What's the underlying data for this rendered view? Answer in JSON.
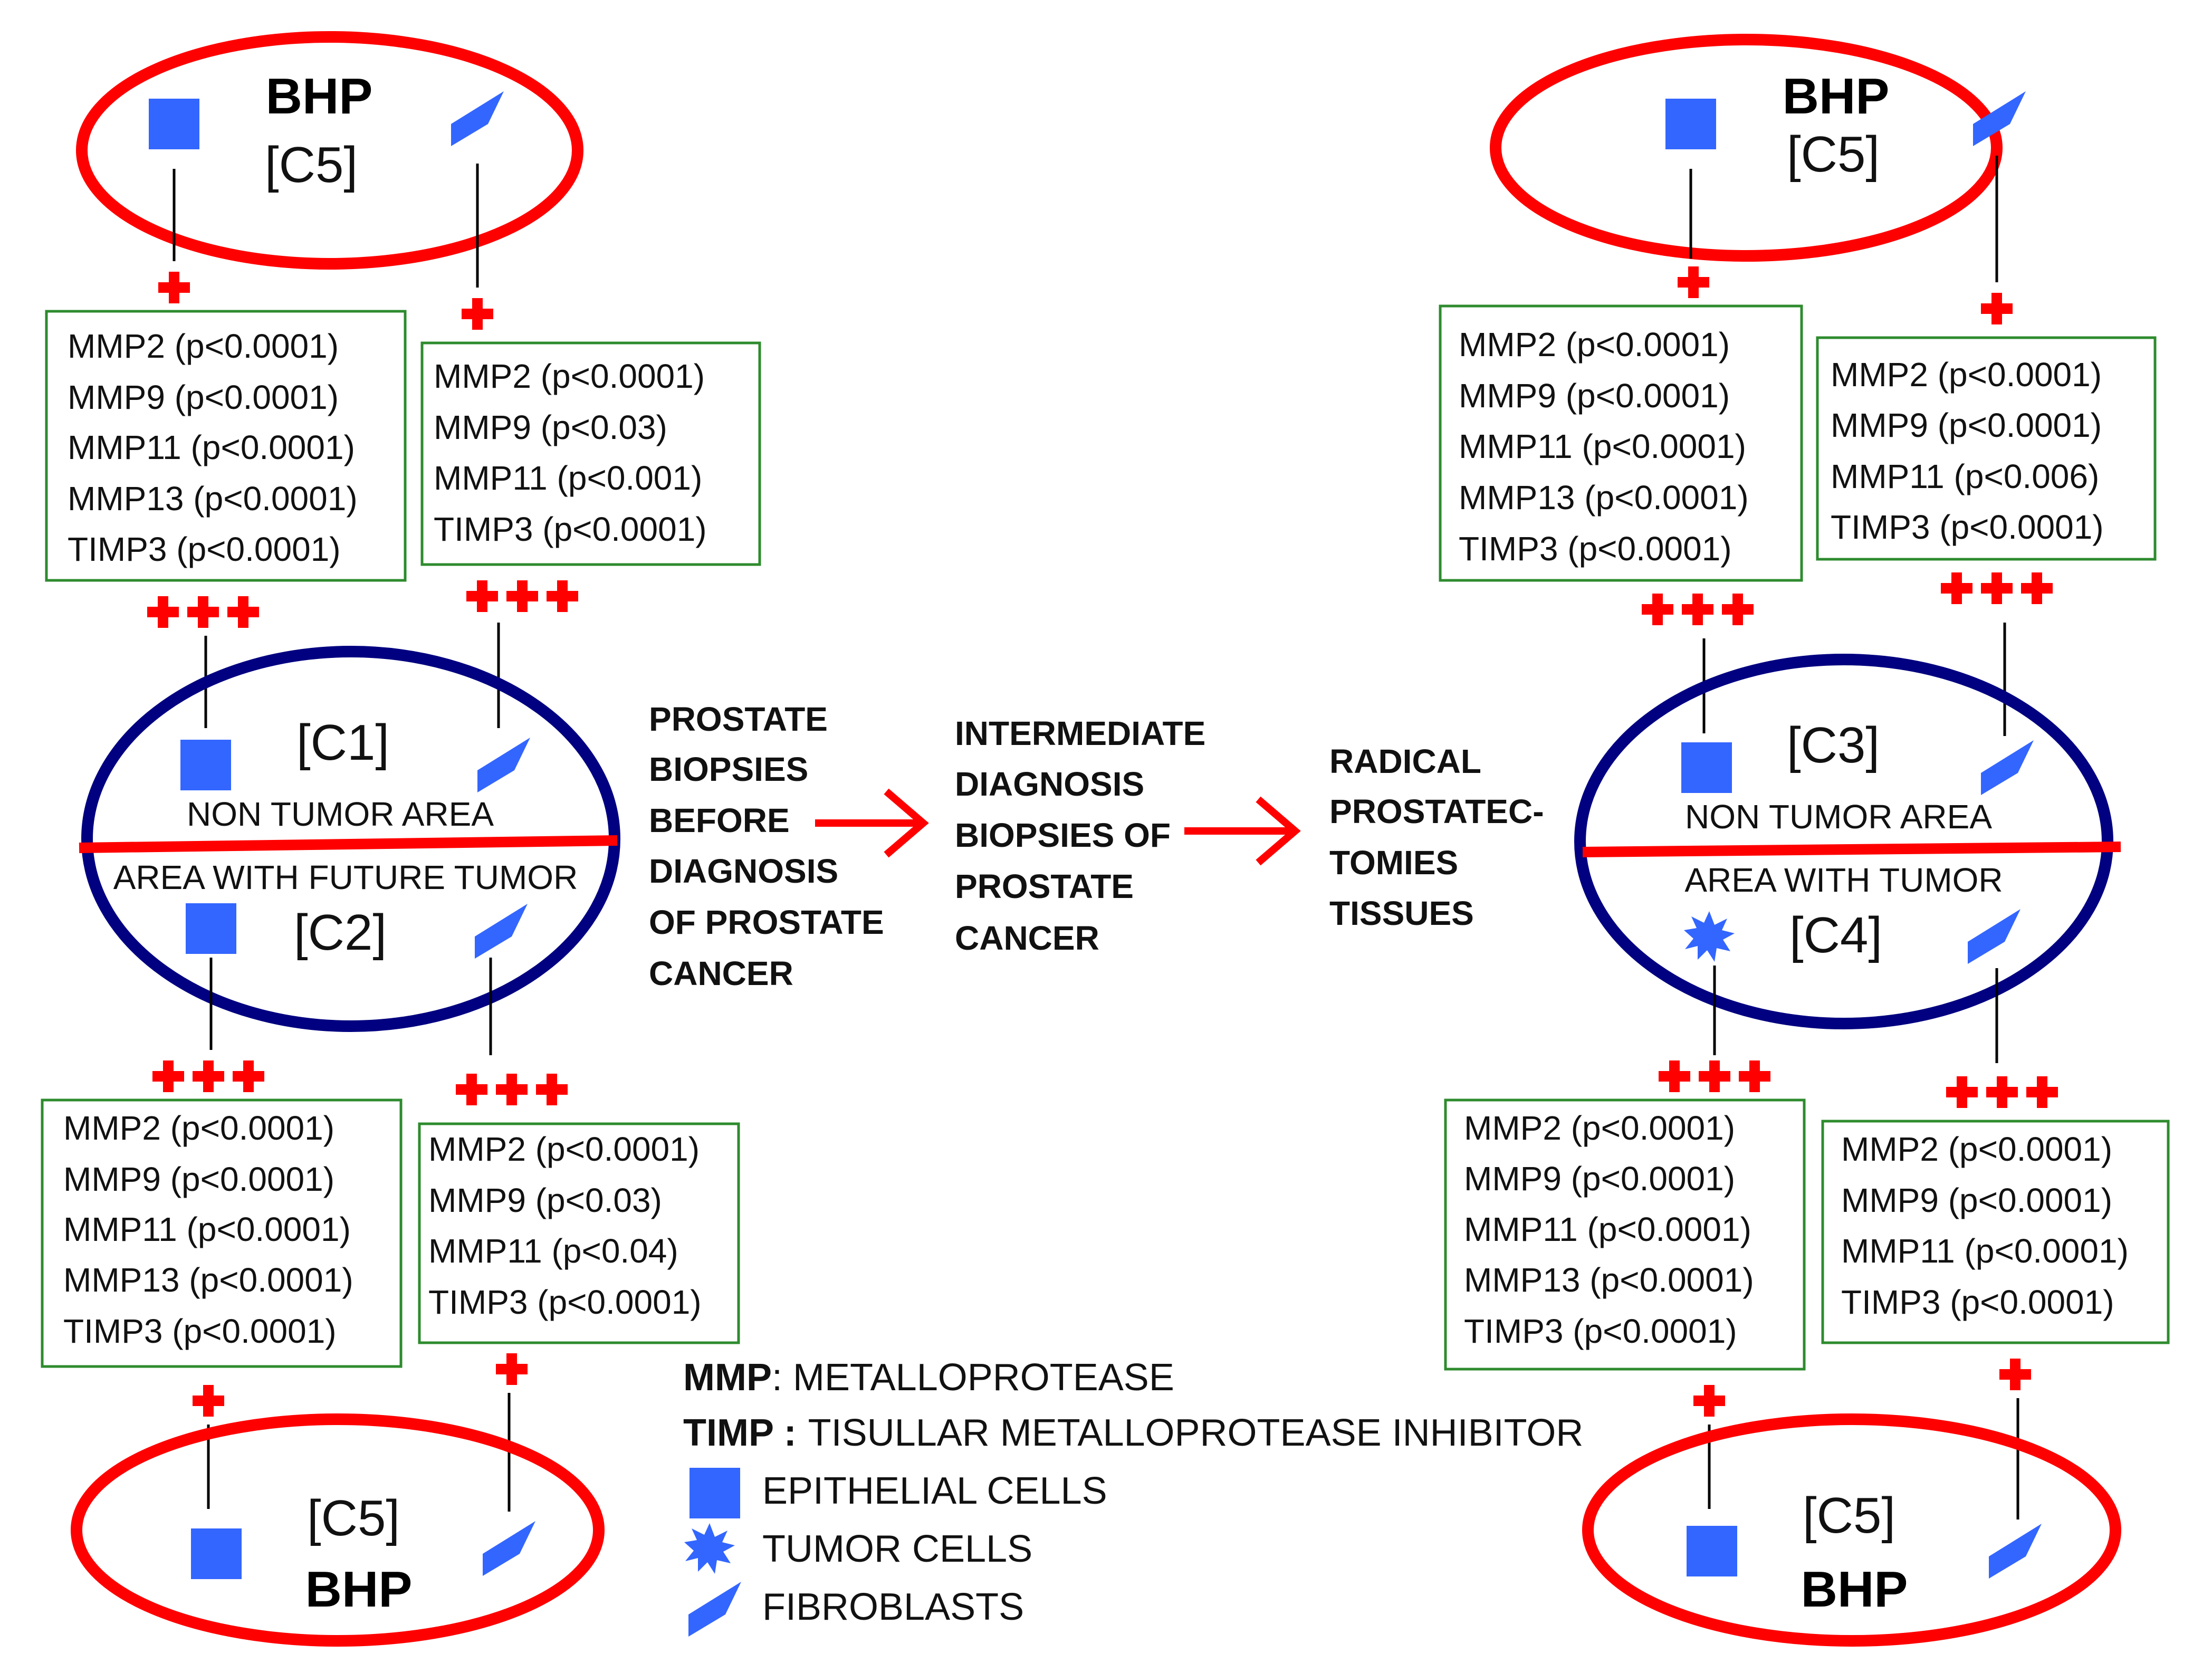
{
  "colors": {
    "bhp_ellipse": "#ff0000",
    "tissue_ellipse": "#000080",
    "cell_blue": "#3366ff",
    "box_border": "#2e8b2e",
    "plus_red": "#ff0000",
    "arrow_red": "#ff0000"
  },
  "icons": {
    "epithelial": "blue-square-icon",
    "tumor": "blue-star-burst-icon",
    "fibroblast": "blue-parallelogram-icon",
    "positive": "red-plus-icon"
  },
  "bhp": {
    "title": "BHP",
    "label": "[C5]"
  },
  "plus": {
    "single": "+",
    "triple": "+++"
  },
  "left_tissue": {
    "top_label": "[C1]",
    "top_area": "NON TUMOR AREA",
    "bottom_area": "AREA WITH FUTURE TUMOR",
    "bottom_label": "[C2]"
  },
  "right_tissue": {
    "top_label": "[C3]",
    "top_area": "NON TUMOR AREA",
    "bottom_area": "AREA WITH TUMOR",
    "bottom_label": "[C4]"
  },
  "boxes": {
    "tl_epi": [
      "MMP2 (p<0.0001)",
      "MMP9 (p<0.0001)",
      "MMP11 (p<0.0001)",
      "MMP13 (p<0.0001)",
      "TIMP3 (p<0.0001)"
    ],
    "tl_fib": [
      "MMP2 (p<0.0001)",
      "MMP9 (p<0.03)",
      "MMP11 (p<0.001)",
      "TIMP3 (p<0.0001)"
    ],
    "bl_epi": [
      "MMP2 (p<0.0001)",
      "MMP9 (p<0.0001)",
      "MMP11 (p<0.0001)",
      "MMP13 (p<0.0001)",
      "TIMP3 (p<0.0001)"
    ],
    "bl_fib": [
      "MMP2 (p<0.0001)",
      "MMP9 (p<0.03)",
      "MMP11 (p<0.04)",
      "TIMP3 (p<0.0001)"
    ],
    "tr_epi": [
      "MMP2 (p<0.0001)",
      "MMP9 (p<0.0001)",
      "MMP11 (p<0.0001)",
      "MMP13 (p<0.0001)",
      "TIMP3 (p<0.0001)"
    ],
    "tr_fib": [
      "MMP2 (p<0.0001)",
      "MMP9 (p<0.0001)",
      "MMP11 (p<0.006)",
      "TIMP3 (p<0.0001)"
    ],
    "br_epi": [
      "MMP2 (p<0.0001)",
      "MMP9 (p<0.0001)",
      "MMP11 (p<0.0001)",
      "MMP13 (p<0.0001)",
      "TIMP3 (p<0.0001)"
    ],
    "br_fib": [
      "MMP2 (p<0.0001)",
      "MMP9 (p<0.0001)",
      "MMP11 (p<0.0001)",
      "TIMP3 (p<0.0001)"
    ]
  },
  "flow": {
    "step1": [
      "PROSTATE",
      "BIOPSIES",
      "BEFORE",
      "DIAGNOSIS",
      "OF PROSTATE",
      "CANCER"
    ],
    "step2": [
      "INTERMEDIATE",
      "DIAGNOSIS",
      "BIOPSIES OF",
      "PROSTATE",
      "CANCER"
    ],
    "step3": [
      "RADICAL",
      "PROSTATEC-",
      "TOMIES",
      "TISSUES"
    ]
  },
  "legend": {
    "mmp_abbr": "MMP",
    "mmp_def": ": METALLOPROTEASE",
    "timp_abbr": "TIMP :",
    "timp_def": "TISULLAR METALLOPROTEASE INHIBITOR",
    "epithelial": "EPITHELIAL CELLS",
    "tumor": "TUMOR CELLS",
    "fibroblasts": "FIBROBLASTS"
  }
}
